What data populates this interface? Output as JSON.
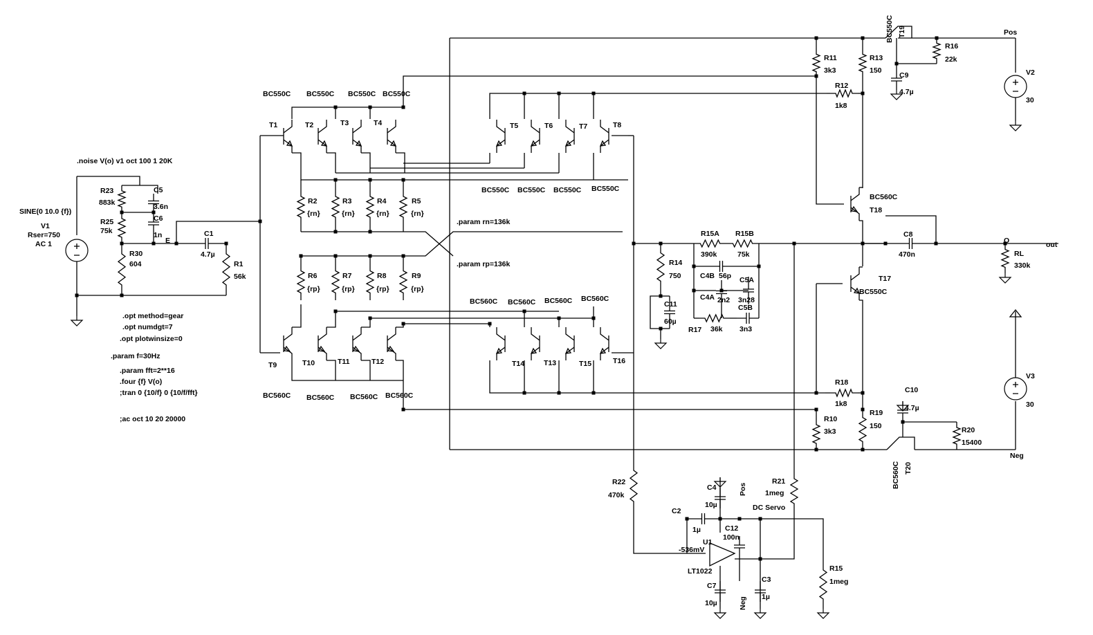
{
  "labels": [
    {
      "id": "noise",
      "text": ".noise V(o) v1 oct 100 1 20K"
    },
    {
      "id": "sine",
      "text": "SINE(0 10.0 {f})"
    },
    {
      "id": "v1",
      "text": "V1"
    },
    {
      "id": "rser",
      "text": "Rser=750"
    },
    {
      "id": "ac1",
      "text": "AC 1"
    },
    {
      "id": "r23",
      "text": "R23"
    },
    {
      "id": "r23v",
      "text": "883k"
    },
    {
      "id": "c5",
      "text": "C5"
    },
    {
      "id": "c5v",
      "text": "3.6n"
    },
    {
      "id": "r25",
      "text": "R25"
    },
    {
      "id": "r25v",
      "text": "75k"
    },
    {
      "id": "c6",
      "text": "C6"
    },
    {
      "id": "c6v",
      "text": "1n"
    },
    {
      "id": "r30",
      "text": "R30"
    },
    {
      "id": "r30v",
      "text": "604"
    },
    {
      "id": "e",
      "text": "E"
    },
    {
      "id": "c1",
      "text": "C1"
    },
    {
      "id": "c1v",
      "text": "4.7µ"
    },
    {
      "id": "r1",
      "text": "R1"
    },
    {
      "id": "r1v",
      "text": "56k"
    },
    {
      "id": "opt1",
      "text": ".opt method=gear"
    },
    {
      "id": "opt2",
      "text": ".opt numdgt=7"
    },
    {
      "id": "opt3",
      "text": ".opt plotwinsize=0"
    },
    {
      "id": "pf",
      "text": ".param f=30Hz"
    },
    {
      "id": "pfft",
      "text": ".param fft=2**16"
    },
    {
      "id": "four",
      "text": ".four {f} V(o)"
    },
    {
      "id": "tran",
      "text": ";tran 0 {10/f} 0 {10/f/fft}"
    },
    {
      "id": "ac",
      "text": ";ac oct 10 20 20000"
    },
    {
      "id": "bc1",
      "text": "BC550C"
    },
    {
      "id": "bc2",
      "text": "BC550C"
    },
    {
      "id": "bc3",
      "text": "BC550C"
    },
    {
      "id": "bc4",
      "text": "BC550C"
    },
    {
      "id": "t1",
      "text": "T1"
    },
    {
      "id": "t2",
      "text": "T2"
    },
    {
      "id": "t3",
      "text": "T3"
    },
    {
      "id": "t4",
      "text": "T4"
    },
    {
      "id": "t5",
      "text": "T5"
    },
    {
      "id": "t6",
      "text": "T6"
    },
    {
      "id": "t7",
      "text": "T7"
    },
    {
      "id": "t8",
      "text": "T8"
    },
    {
      "id": "bc5",
      "text": "BC550C"
    },
    {
      "id": "bc6",
      "text": "BC550C"
    },
    {
      "id": "bc7",
      "text": "BC550C"
    },
    {
      "id": "bc8",
      "text": "BC550C"
    },
    {
      "id": "r2",
      "text": "R2"
    },
    {
      "id": "r2v",
      "text": "{rn}"
    },
    {
      "id": "r3",
      "text": "R3"
    },
    {
      "id": "r3v",
      "text": "{rn}"
    },
    {
      "id": "r4",
      "text": "R4"
    },
    {
      "id": "r4v",
      "text": "{rn}"
    },
    {
      "id": "r5",
      "text": "R5"
    },
    {
      "id": "r5v",
      "text": "{rn}"
    },
    {
      "id": "prn",
      "text": ".param rn=136k"
    },
    {
      "id": "prp",
      "text": ".param rp=136k"
    },
    {
      "id": "r6",
      "text": "R6"
    },
    {
      "id": "r6v",
      "text": "{rp}"
    },
    {
      "id": "r7",
      "text": "R7"
    },
    {
      "id": "r7v",
      "text": "{rp}"
    },
    {
      "id": "r8",
      "text": "R8"
    },
    {
      "id": "r8v",
      "text": "{rp}"
    },
    {
      "id": "r9",
      "text": "R9"
    },
    {
      "id": "r9v",
      "text": "{rp}"
    },
    {
      "id": "bc9",
      "text": "BC560C"
    },
    {
      "id": "bc10",
      "text": "BC560C"
    },
    {
      "id": "bc11",
      "text": "BC560C"
    },
    {
      "id": "bc12",
      "text": "BC560C"
    },
    {
      "id": "t9",
      "text": "T9"
    },
    {
      "id": "t10",
      "text": "T10"
    },
    {
      "id": "t11",
      "text": "T11"
    },
    {
      "id": "t12",
      "text": "T12"
    },
    {
      "id": "t14",
      "text": "T14"
    },
    {
      "id": "t13",
      "text": "T13"
    },
    {
      "id": "t15",
      "text": "T15"
    },
    {
      "id": "t16",
      "text": "T16"
    },
    {
      "id": "bc13",
      "text": "BC560C"
    },
    {
      "id": "bc14",
      "text": "BC560C"
    },
    {
      "id": "bc15",
      "text": "BC560C"
    },
    {
      "id": "bc16",
      "text": "BC560C"
    },
    {
      "id": "r11",
      "text": "R11"
    },
    {
      "id": "r11v",
      "text": "3k3"
    },
    {
      "id": "r13",
      "text": "R13"
    },
    {
      "id": "r13v",
      "text": "150"
    },
    {
      "id": "r12",
      "text": "R12"
    },
    {
      "id": "r12v",
      "text": "1k8"
    },
    {
      "id": "c9",
      "text": "C9"
    },
    {
      "id": "c9v",
      "text": "4.7µ"
    },
    {
      "id": "r16",
      "text": "R16"
    },
    {
      "id": "r16v",
      "text": "22k"
    },
    {
      "id": "pos1",
      "text": "Pos"
    },
    {
      "id": "v2",
      "text": "V2"
    },
    {
      "id": "v2v",
      "text": "30"
    },
    {
      "id": "bc19",
      "text": "BC550C"
    },
    {
      "id": "t19",
      "text": "T19"
    },
    {
      "id": "bc18",
      "text": "BC560C"
    },
    {
      "id": "t18",
      "text": "T18"
    },
    {
      "id": "c8",
      "text": "C8"
    },
    {
      "id": "c8v",
      "text": "470n"
    },
    {
      "id": "o",
      "text": "O"
    },
    {
      "id": "out",
      "text": "out"
    },
    {
      "id": "rl",
      "text": "RL"
    },
    {
      "id": "rlv",
      "text": "330k"
    },
    {
      "id": "t17",
      "text": "T17"
    },
    {
      "id": "bc17",
      "text": "BC550C"
    },
    {
      "id": "r15a",
      "text": "R15A"
    },
    {
      "id": "r15av",
      "text": "390k"
    },
    {
      "id": "r15b",
      "text": "R15B"
    },
    {
      "id": "r15bv",
      "text": "75k"
    },
    {
      "id": "r14",
      "text": "R14"
    },
    {
      "id": "r14v",
      "text": "750"
    },
    {
      "id": "c11",
      "text": "C11"
    },
    {
      "id": "c11v",
      "text": "60µ"
    },
    {
      "id": "c4b",
      "text": "C4B"
    },
    {
      "id": "c4bv",
      "text": "56p"
    },
    {
      "id": "c5a",
      "text": "C5A"
    },
    {
      "id": "c4a",
      "text": "C4A"
    },
    {
      "id": "c4av",
      "text": "2n2"
    },
    {
      "id": "c5av",
      "text": "3n28"
    },
    {
      "id": "c5b",
      "text": "C5B"
    },
    {
      "id": "r17",
      "text": "R17"
    },
    {
      "id": "r17v",
      "text": "36k"
    },
    {
      "id": "c5bv",
      "text": "3n3"
    },
    {
      "id": "r18",
      "text": "R18"
    },
    {
      "id": "r18v",
      "text": "1k8"
    },
    {
      "id": "c10",
      "text": "C10"
    },
    {
      "id": "c10v",
      "text": "4.7µ"
    },
    {
      "id": "r19",
      "text": "R19"
    },
    {
      "id": "r19v",
      "text": "150"
    },
    {
      "id": "r10",
      "text": "R10"
    },
    {
      "id": "r10v",
      "text": "3k3"
    },
    {
      "id": "r20",
      "text": "R20"
    },
    {
      "id": "r20v",
      "text": "15400"
    },
    {
      "id": "neg1",
      "text": "Neg"
    },
    {
      "id": "v3",
      "text": "V3"
    },
    {
      "id": "v3v",
      "text": "30"
    },
    {
      "id": "bc20",
      "text": "BC560C"
    },
    {
      "id": "t20",
      "text": "T20"
    },
    {
      "id": "r22",
      "text": "R22"
    },
    {
      "id": "r22v",
      "text": "470k"
    },
    {
      "id": "c4",
      "text": "C4"
    },
    {
      "id": "c4v",
      "text": "10µ"
    },
    {
      "id": "pos2",
      "text": "Pos"
    },
    {
      "id": "r21",
      "text": "R21"
    },
    {
      "id": "r21v",
      "text": "1meg"
    },
    {
      "id": "c2",
      "text": "C2"
    },
    {
      "id": "c2v",
      "text": "1µ"
    },
    {
      "id": "dcs",
      "text": "DC Servo"
    },
    {
      "id": "c12",
      "text": "C12"
    },
    {
      "id": "c12v",
      "text": "100n"
    },
    {
      "id": "u1",
      "text": "U1"
    },
    {
      "id": "mv",
      "text": "-536mV"
    },
    {
      "id": "lt",
      "text": "LT1022"
    },
    {
      "id": "c7",
      "text": "C7"
    },
    {
      "id": "c7v",
      "text": "10µ"
    },
    {
      "id": "neg2",
      "text": "Neg"
    },
    {
      "id": "c3",
      "text": "C3"
    },
    {
      "id": "c3v",
      "text": "1µ"
    },
    {
      "id": "r15",
      "text": "R15"
    },
    {
      "id": "r15v",
      "text": "1meg"
    }
  ]
}
